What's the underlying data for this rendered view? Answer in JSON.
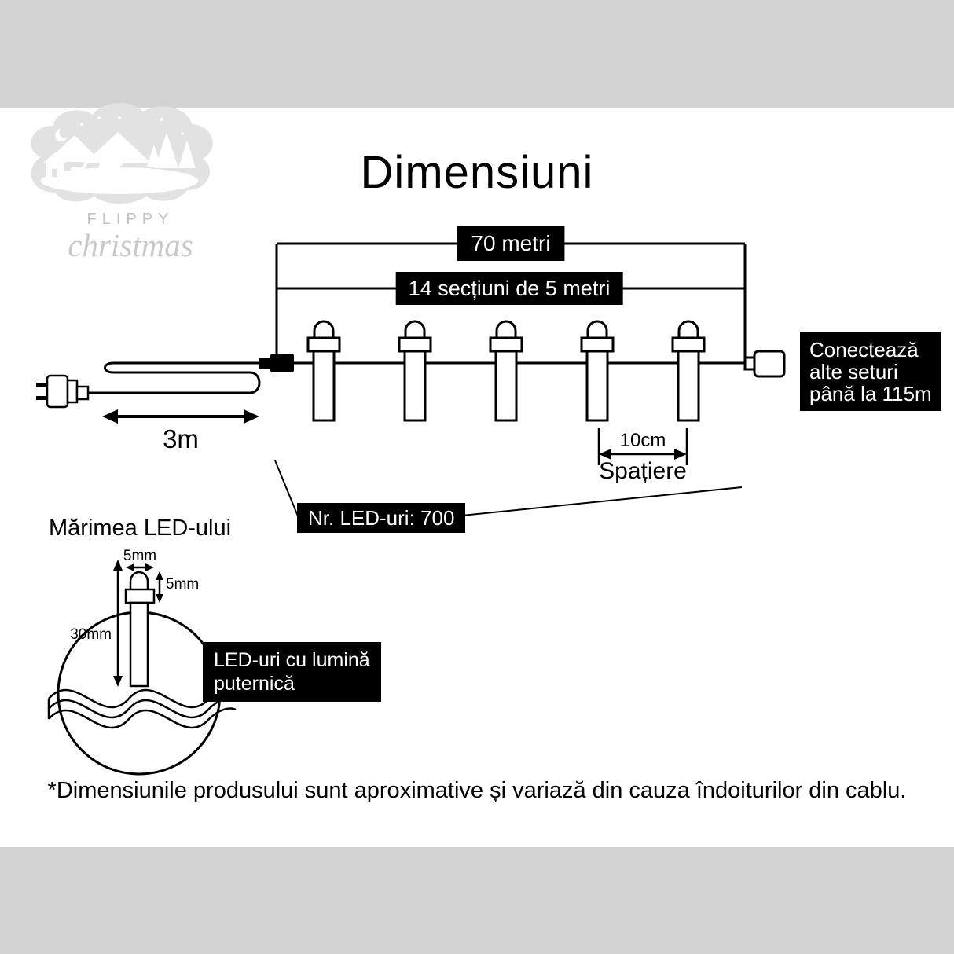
{
  "colors": {
    "page_background": "#d3d3d3",
    "canvas_background": "#ffffff",
    "label_background": "#000000",
    "label_text": "#ffffff",
    "line_color": "#000000",
    "logo_gray": "#c9c9c9"
  },
  "logo": {
    "brand_top": "FLIPPY",
    "brand_script": "christmas"
  },
  "header": {
    "title": "Dimensiuni"
  },
  "diagram": {
    "total_length_label": "70 metri",
    "sections_label": "14 secțiuni de 5 metri",
    "lead_length_label": "3m",
    "connect_lines": [
      "Conectează",
      "alte seturi",
      "până la 115m"
    ],
    "spacing_value": "10cm",
    "spacing_label": "Spațiere",
    "led_count_label": "Nr. LED-uri: 700"
  },
  "led_detail": {
    "heading": "Mărimea LED-ului",
    "tip_width_label": "5mm",
    "tip_height_label": "5mm",
    "body_height_label": "30mm",
    "callout_lines": [
      "LED-uri cu lumină",
      "puternică"
    ]
  },
  "footer": {
    "note": "*Dimensiunile produsului sunt aproximative și variază din cauza îndoiturilor din cablu."
  }
}
